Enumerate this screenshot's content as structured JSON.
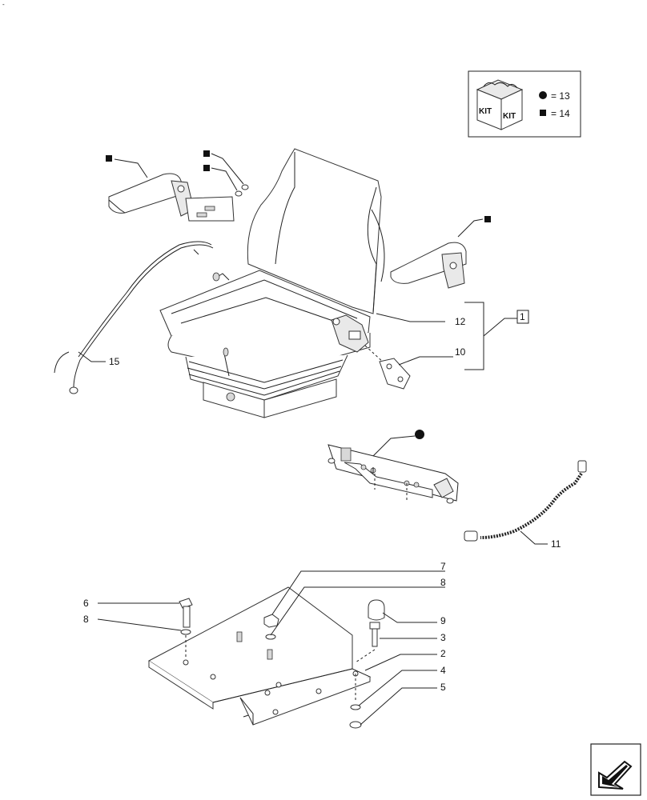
{
  "legend": {
    "circle_text": "= 13",
    "square_text": "= 14",
    "kit_label_1": "KIT",
    "kit_label_2": "KIT"
  },
  "callouts": {
    "c1": "1",
    "c2": "2",
    "c3": "3",
    "c4": "4",
    "c5": "5",
    "c6": "6",
    "c7": "7",
    "c8a": "8",
    "c8b": "8",
    "c9": "9",
    "c10": "10",
    "c11": "11",
    "c12": "12",
    "c15": "15"
  },
  "corner_mark": "-",
  "nav": {
    "icon": "arrow-next-page-icon"
  }
}
